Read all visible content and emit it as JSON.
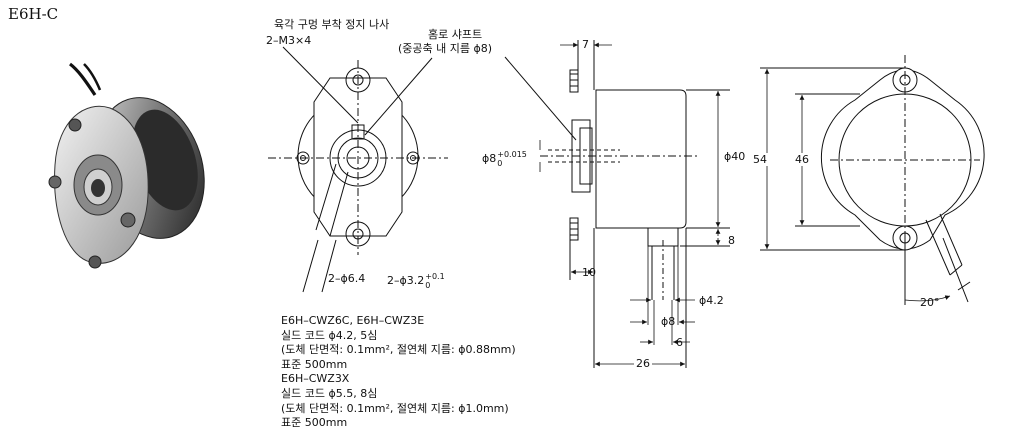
{
  "title": "E6H-C",
  "labels": {
    "hex_screw": "육각 구멍 부착 정지 나사",
    "screw_spec": "2–M3×4",
    "hollow_shaft": "홈로 샤프트",
    "hollow_dia": "(중공축 내 지름 ϕ8)",
    "hole_a": "2–ϕ6.4",
    "hole_b_main": "2–ϕ3.2",
    "hole_b_tol_upper": "+0.1",
    "hole_b_tol_lower": "0",
    "shaft_main": "ϕ8",
    "shaft_tol_upper": "+0.015",
    "shaft_tol_lower": "0"
  },
  "cable_specs": [
    "E6H–CWZ6C, E6H–CWZ3E",
    "실드 코드 ϕ4.2, 5심",
    "(도체 단면적: 0.1mm², 절연체 지름: ϕ0.88mm)",
    "표준 500mm",
    "E6H–CWZ3X",
    "실드 코드 ϕ5.5, 8심",
    "(도체 단면적: 0.1mm², 절연체 지름: ϕ1.0mm)",
    "표준 500mm"
  ],
  "dimensions": {
    "flange": "7",
    "body_dia": "ϕ40",
    "outlet": "8",
    "depth_10": "10",
    "cable_dia": "ϕ4.2",
    "cable_8": "ϕ8",
    "cable_6": "6",
    "length": "26",
    "height_54": "54",
    "height_46": "46",
    "angle": "20°"
  },
  "icons": {
    "encoder_photo": "encoder-photo-icon"
  }
}
